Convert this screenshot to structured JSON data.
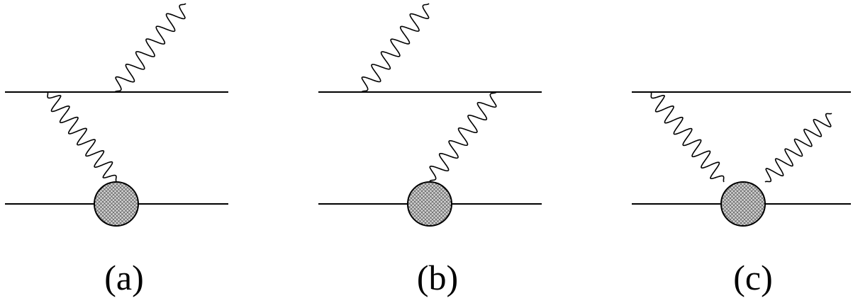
{
  "figure": {
    "panels": [
      {
        "id": "a",
        "label": "(a)"
      },
      {
        "id": "b",
        "label": "(b)"
      },
      {
        "id": "c",
        "label": "(c)"
      }
    ]
  },
  "colors": {
    "ink": "#000000",
    "blob_fill": "#d2d2d2",
    "background": "#ffffff"
  },
  "icons": {
    "blob": "cross-hatched-circle-icon",
    "photon": "wavy-line-icon"
  }
}
